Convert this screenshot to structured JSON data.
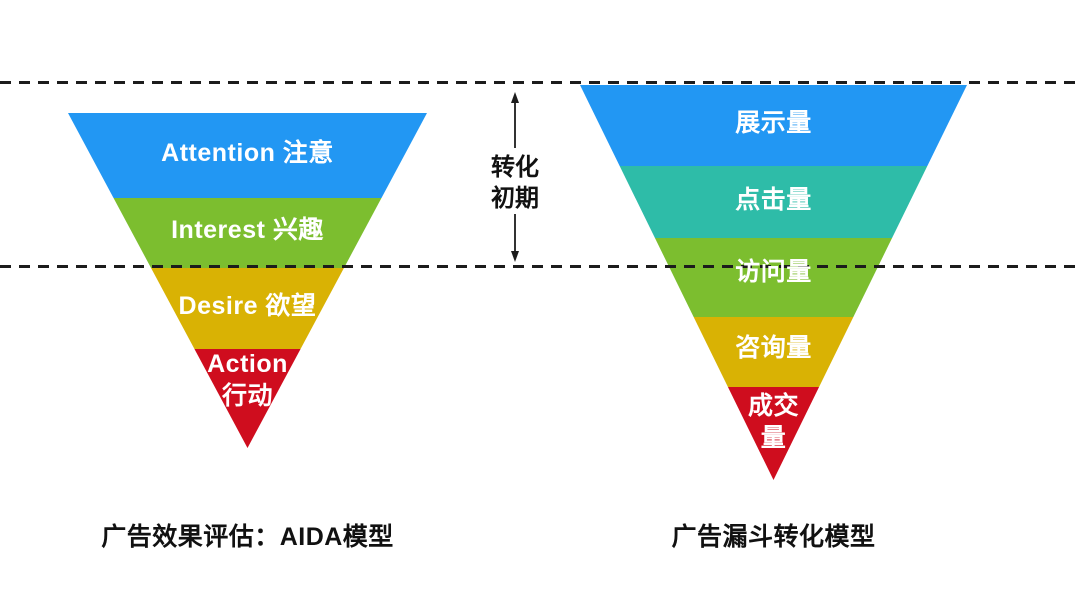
{
  "canvas": {
    "background": "#ffffff",
    "guide_line_color": "#1c1c1c"
  },
  "phase_annotation": {
    "line1": "转化",
    "line2": "初期"
  },
  "left_funnel": {
    "caption": "广告效果评估：AIDA模型",
    "segments": [
      {
        "label": "Attention 注意",
        "color": "#2297F3"
      },
      {
        "label": "Interest 兴趣",
        "color": "#7CBE2F"
      },
      {
        "label": "Desire 欲望",
        "color": "#D9B204"
      },
      {
        "label": "Action",
        "label_line2": "行动",
        "color": "#CF0D1E"
      }
    ]
  },
  "right_funnel": {
    "caption": "广告漏斗转化模型",
    "segments": [
      {
        "label": "展示量",
        "color": "#2297F3"
      },
      {
        "label": "点击量",
        "color": "#2EBCA8"
      },
      {
        "label": "访问量",
        "color": "#7CBE2F"
      },
      {
        "label": "咨询量",
        "color": "#D9B204"
      },
      {
        "label": "成交",
        "label_line2": "量",
        "color": "#CF0D1E"
      }
    ]
  }
}
